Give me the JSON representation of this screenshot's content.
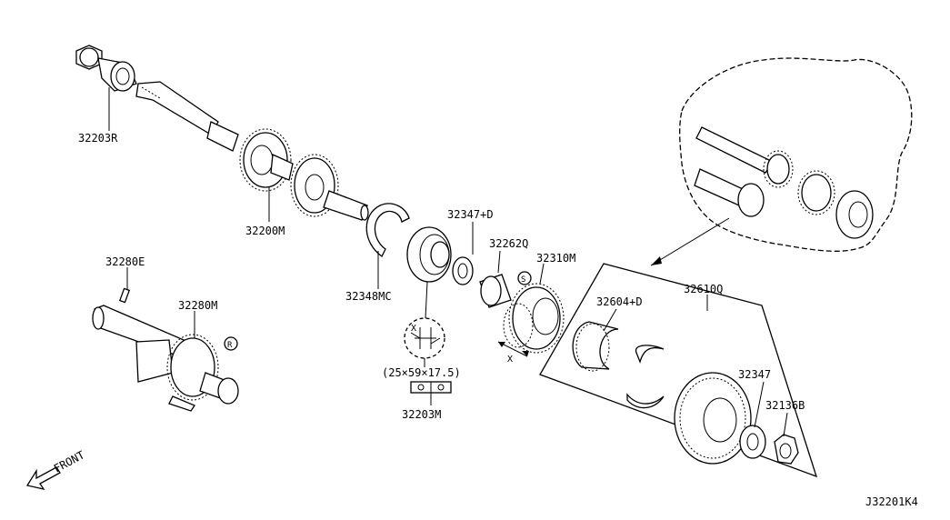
{
  "diagram": {
    "parts": {
      "p32203r": "32203R",
      "p32200m": "32200M",
      "p32280e": "32280E",
      "p32280m": "32280M",
      "p32348mc": "32348MC",
      "p32347d": "32347+D",
      "p32262q": "32262Q",
      "p32310m": "32310M",
      "p32604d": "32604+D",
      "p32610q": "32610Q",
      "p32347": "32347",
      "p32136b": "32136B",
      "p32203m": "32203M"
    },
    "bearing_dims": "(25×59×17.5)",
    "x_mark_1": "X",
    "x_mark_2": "X",
    "callout_r": "R",
    "callout_s": "S",
    "front_label": "FRONT",
    "figure_id": "J32201K4"
  }
}
